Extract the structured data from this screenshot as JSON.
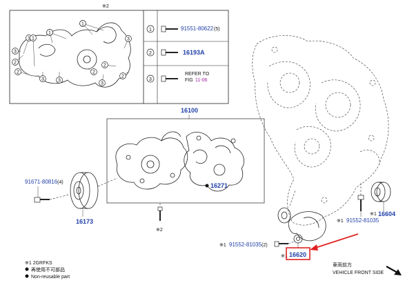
{
  "inset": {
    "mark": "※2",
    "legend": [
      {
        "num": "1",
        "text": "91551-80622",
        "qty": "(5)"
      },
      {
        "num": "2",
        "text": "16193A",
        "qty": ""
      },
      {
        "num": "3",
        "text": "REFER TO",
        "qty": "",
        "fig_prefix": "FIG",
        "fig_ref": "11-06"
      }
    ],
    "callouts": [
      "1",
      "1",
      "1",
      "1",
      "1",
      "1",
      "2",
      "2",
      "2",
      "2",
      "2",
      "3",
      "3",
      "3",
      "3",
      "3"
    ]
  },
  "labels": {
    "assembly": "16100",
    "gasket": "16271",
    "pulley_bolt": "91671-80816",
    "pulley_bolt_qty": "(4)",
    "pulley": "16173",
    "pump_mark": "※2",
    "idler": "16604",
    "idler_bolt": "91552-81035",
    "idler_bolt_mark": "※1",
    "tensioner_bolt": "91552-81035",
    "tensioner_bolt_qty": "(2)",
    "tensioner_bolt_mark": "※1",
    "tensioner": "16620",
    "tensioner_mark": "※1",
    "idler_mark": "※1"
  },
  "footnotes": {
    "note1": "※1 2GRFKS",
    "note2": "再使用不可部品",
    "note3": "Non-reusable part"
  },
  "direction": {
    "cn": "車両前方",
    "en": "VEHICLE FRONT SIDE"
  },
  "colors": {
    "part_number": "#1f3fa8",
    "highlight": "#e02020",
    "reference": "#a020a0"
  }
}
